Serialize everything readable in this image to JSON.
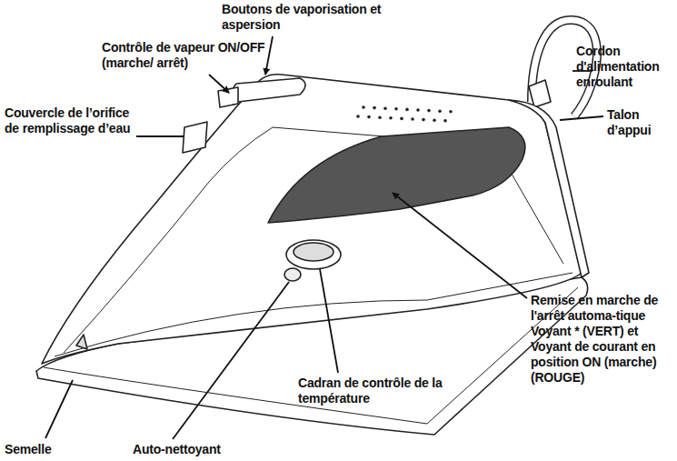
{
  "diagram": {
    "labels": [
      "Boutons de vaporisation et aspersion",
      "Contrôle de vapeur ON/OFF (marche/ arrêt)",
      "Couvercle de l’orifice de remplissage d’eau",
      "Cordon d'alimentation enroulant",
      "Talon d’appui",
      "Remise en marche de l'arrêt automa-tique Voyant * (VERT) et Voyant de courant en position ON (marche) (ROUGE)",
      "Cadran de contrôle de la température",
      "Semelle",
      "Auto-nettoyant"
    ]
  }
}
